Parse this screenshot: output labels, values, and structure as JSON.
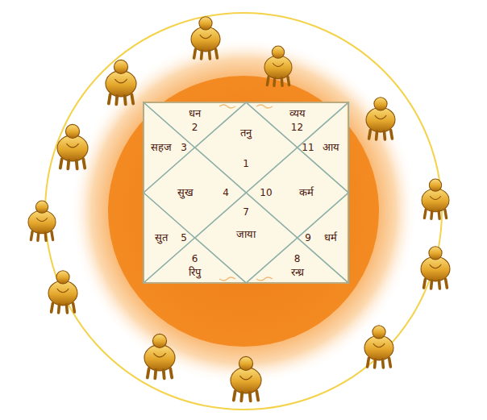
{
  "diagram": {
    "nodes": [
      {
        "text": [
          "तनु",
          "1"
        ]
      },
      {
        "text": [
          "धन",
          "2"
        ]
      },
      {
        "text": [
          "सहज",
          "3"
        ]
      },
      {
        "text": [
          "सुख",
          "4"
        ]
      },
      {
        "text": [
          "सुत",
          "5"
        ]
      },
      {
        "text": [
          "6",
          "रिपु"
        ]
      },
      {
        "text": [
          "7",
          "जाया"
        ]
      },
      {
        "text": [
          "8",
          "रन्ध्र"
        ]
      },
      {
        "text": [
          "9",
          "धर्म"
        ]
      },
      {
        "text": [
          "10",
          "कर्म"
        ]
      },
      {
        "text": [
          "11",
          "आय"
        ]
      },
      {
        "text": [
          "व्यय",
          "12"
        ]
      }
    ]
  }
}
